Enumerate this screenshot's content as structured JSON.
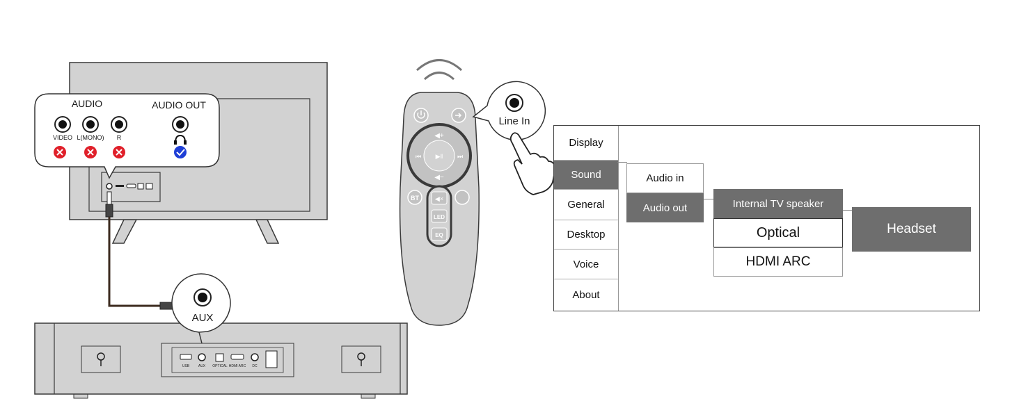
{
  "tv": {
    "audio_label": "AUDIO",
    "audio_out_label": "AUDIO OUT",
    "ports": [
      "VIDEO",
      "L(MONO)",
      "R"
    ]
  },
  "soundbar": {
    "aux_callout": "AUX",
    "ports": [
      "USB",
      "AUX",
      "OPTICAL",
      "HDMI ARC",
      "DC"
    ]
  },
  "remote": {
    "line_in_callout": "Line In",
    "buttons": {
      "bt": "BT",
      "led": "LED",
      "eq": "EQ"
    }
  },
  "menu": {
    "items": [
      "Display",
      "Sound",
      "General",
      "Desktop",
      "Voice",
      "About"
    ],
    "active_item": "Sound",
    "sound_submenu": [
      "Audio in",
      "Audio out"
    ],
    "audio_out_options": [
      "Internal TV speaker",
      "Optical",
      "HDMI ARC"
    ],
    "selected_output": "Headset"
  },
  "colors": {
    "device_fill": "#d2d2d2",
    "device_stroke": "#3a3a3a",
    "menu_highlight": "#6e6e6e",
    "cross_red": "#e0202a",
    "check_blue": "#1f3fd6",
    "cable": "#3b2a1e"
  }
}
